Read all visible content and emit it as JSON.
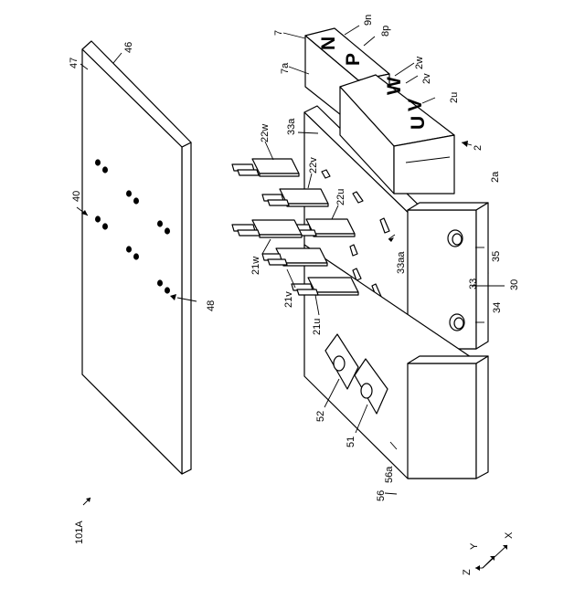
{
  "figure_labels": {
    "ref_101A": "101A",
    "ref_40": "40",
    "ref_46": "46",
    "ref_47": "47",
    "ref_48": "48",
    "ref_7": "7",
    "ref_7a": "7a",
    "ref_9n": "9n",
    "ref_8p": "8p",
    "ref_2": "2",
    "ref_2a": "2a",
    "ref_2u": "2u",
    "ref_2v": "2v",
    "ref_2w": "2w",
    "ref_33a": "33a",
    "ref_33aa": "33aa",
    "ref_33": "33",
    "ref_34": "34",
    "ref_35": "35",
    "ref_30": "30",
    "ref_22w": "22w",
    "ref_22v": "22v",
    "ref_22u": "22u",
    "ref_21w": "21w",
    "ref_21v": "21v",
    "ref_21u": "21u",
    "ref_51": "51",
    "ref_52": "52",
    "ref_56": "56",
    "ref_56a": "56a"
  },
  "terminal_letters": {
    "n": "N",
    "p": "P",
    "u": "U",
    "v": "V",
    "w": "W"
  },
  "axes": {
    "x": "X",
    "y": "Y",
    "z": "Z"
  }
}
